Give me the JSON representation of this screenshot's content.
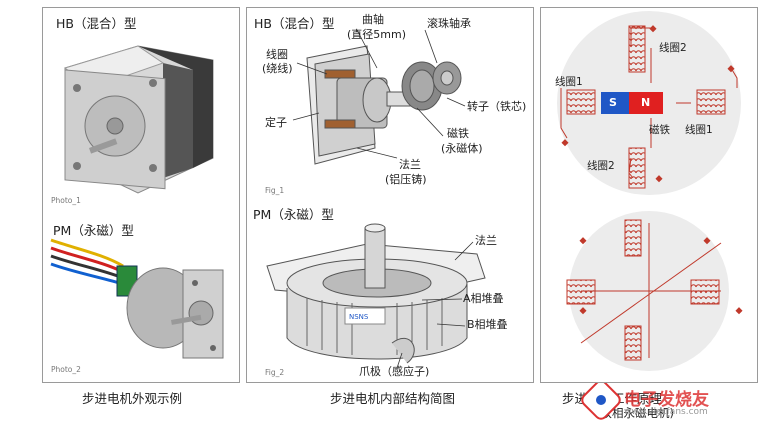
{
  "panel1": {
    "hb_title": "HB（混合）型",
    "photo1": "Photo_1",
    "pm_title": "PM（永磁）型",
    "photo2": "Photo_2",
    "caption": "步进电机外观示例"
  },
  "panel2": {
    "hb_title": "HB（混合）型",
    "shaft_label": "曲轴",
    "shaft_diameter": "(直径5mm)",
    "bearing": "滚珠轴承",
    "coil": "线圈",
    "coil_sub": "(绕线)",
    "rotor": "转子（铁芯)",
    "stator": "定子",
    "magnet": "磁铁",
    "magnet_sub": "(永磁体)",
    "flange": "法兰",
    "flange_sub": "(铝压铸)",
    "fig1": "Fig_1",
    "pm_title": "PM（永磁）型",
    "flange2": "法兰",
    "a_stack": "A相堆叠",
    "b_stack": "B相堆叠",
    "claw": "爪极（感应子)",
    "nsns": "NSNS",
    "fig2": "Fig_2",
    "caption": "步进电机内部结构简图"
  },
  "panel3": {
    "coil1_left": "线圈1",
    "coil2_top": "线圈2",
    "coil1_right": "线圈1",
    "coil2_bottom": "线圈2",
    "magnet": "磁铁",
    "pole_s": "S",
    "pole_n": "N",
    "caption": "步进电机工作原理",
    "caption_sub": "(双相永磁电机)"
  },
  "watermark": {
    "title": "电子发烧友",
    "url": "www.elecfans.com"
  },
  "colors": {
    "coil": "#c0392b",
    "magnet_s": "#1f57c6",
    "magnet_n": "#e02020",
    "circle_bg": "#ececec",
    "arrow": "#2b7bd0"
  }
}
